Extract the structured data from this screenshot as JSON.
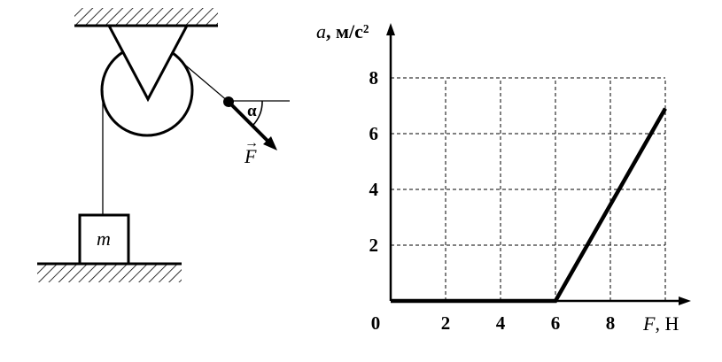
{
  "diagram": {
    "mass_label": "m",
    "angle_label": "α",
    "force_label": "F",
    "force_vector_arrow": "→"
  },
  "chart_data": {
    "type": "line",
    "xlabel_var": "F",
    "xlabel_unit": ", Н",
    "ylabel_var": "a",
    "ylabel_unit": ", м/с²",
    "origin_label": "0",
    "xlim": [
      0,
      10
    ],
    "ylim": [
      0,
      8
    ],
    "x_ticks": [
      2,
      4,
      6,
      8
    ],
    "y_ticks": [
      2,
      4,
      6,
      8
    ],
    "grid": true,
    "series": [
      {
        "x": [
          0,
          6,
          10
        ],
        "y": [
          0,
          0,
          6.9
        ]
      }
    ]
  }
}
